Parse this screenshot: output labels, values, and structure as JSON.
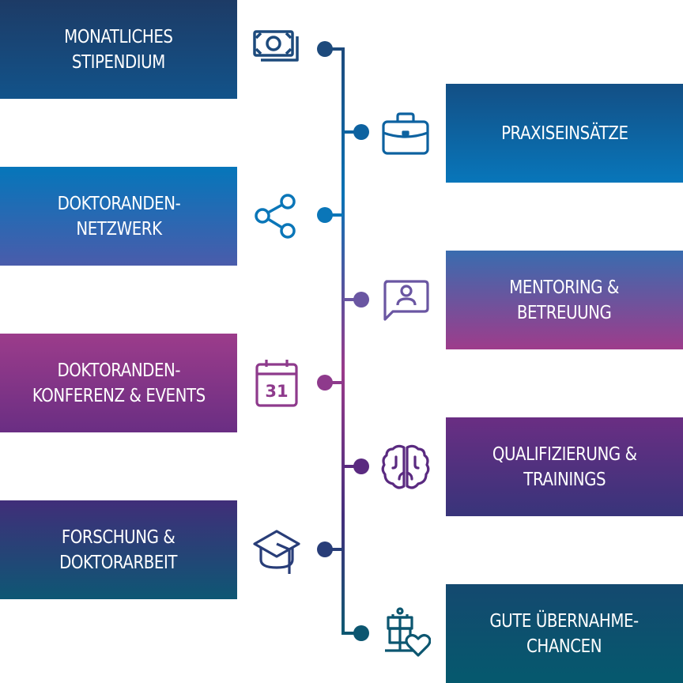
{
  "colors": {
    "timeline_top": "#1d4a7c",
    "timeline_blue": "#0a72b5",
    "timeline_purple": "#9a3a8a",
    "timeline_bottom": "#0f5a72"
  },
  "items": [
    {
      "side": "left",
      "label": "MONATLICHES\nSTIPENDIUM",
      "icon": "money-bills-icon",
      "color": "#1d4a7c"
    },
    {
      "side": "right",
      "label": "PRAXISEINSÄTZE",
      "icon": "briefcase-icon",
      "color": "#0d62a0"
    },
    {
      "side": "left",
      "label": "DOKTORANDEN-\nNETZWERK",
      "icon": "share-network-icon",
      "color": "#0a76b8"
    },
    {
      "side": "right",
      "label": "MENTORING &\nBETREUUNG",
      "icon": "person-chat-icon",
      "color": "#6a56a2"
    },
    {
      "side": "left",
      "label": "DOKTORANDEN-\nKONFERENZ & EVENTS",
      "icon": "calendar-icon",
      "color": "#8e3a8c"
    },
    {
      "side": "right",
      "label": "QUALIFIZIERUNG &\nTRAININGS",
      "icon": "brain-icon",
      "color": "#5a2a80"
    },
    {
      "side": "left",
      "label": "FORSCHUNG &\nDOKTORARBEIT",
      "icon": "graduation-cap-icon",
      "color": "#283d78"
    },
    {
      "side": "right",
      "label": "GUTE ÜBERNAHME-\nCHANCEN",
      "icon": "figure-heart-icon",
      "color": "#0c5670"
    }
  ],
  "calendar_day": "31"
}
